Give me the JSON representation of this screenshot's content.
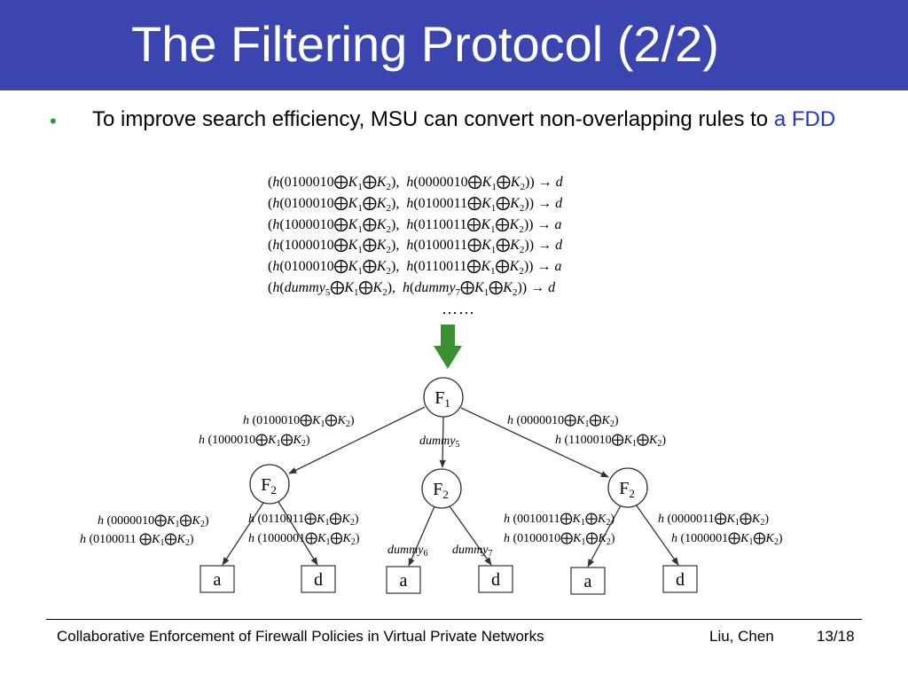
{
  "slide": {
    "title": "The Filtering Protocol (2/2)",
    "bullet_marker": "•",
    "bullet_text": "To improve search efficiency, MSU can convert non-overlapping rules to ",
    "bullet_highlight": "a FDD"
  },
  "rules": [
    {
      "p1": "0100010",
      "p2": "0000010",
      "decision": "d"
    },
    {
      "p1": "0100010",
      "p2": "0100011",
      "decision": "d"
    },
    {
      "p1": "1000010",
      "p2": "0110011",
      "decision": "a"
    },
    {
      "p1": "1000010",
      "p2": "0100011",
      "decision": "d"
    },
    {
      "p1": "0100010",
      "p2": "0110011",
      "decision": "a"
    },
    {
      "p1": "dummy",
      "p1_sub": "5",
      "p2": "dummy",
      "p2_sub": "7",
      "decision": "d"
    }
  ],
  "rules_continuation": "……",
  "arrow_color": "#3a8f30",
  "fdd": {
    "root": {
      "label": "F",
      "sub": "1"
    },
    "children": [
      {
        "label": "F",
        "sub": "2"
      },
      {
        "label": "F",
        "sub": "2"
      },
      {
        "label": "F",
        "sub": "2"
      }
    ],
    "leaves": [
      "a",
      "d",
      "a",
      "d",
      "a",
      "d"
    ],
    "root_edges": {
      "left": [
        "0100010",
        "1000010"
      ],
      "middle": {
        "label": "dummy",
        "sub": "5"
      },
      "right": [
        "0000010",
        "1100010"
      ]
    },
    "child_edges": [
      {
        "left": [
          "0000010",
          "0100011 "
        ],
        "right": [
          "0110011",
          "1000001"
        ]
      },
      {
        "left": {
          "label": "dummy",
          "sub": "6"
        },
        "right": {
          "label": "dummy",
          "sub": "7"
        }
      },
      {
        "left": [
          "0010011",
          "0100010"
        ],
        "right": [
          "0000011",
          "1000001"
        ]
      }
    ]
  },
  "footer": {
    "left": "Collaborative Enforcement of Firewall Policies in Virtual Private Networks",
    "author": "Liu, Chen",
    "page": "13/18"
  }
}
